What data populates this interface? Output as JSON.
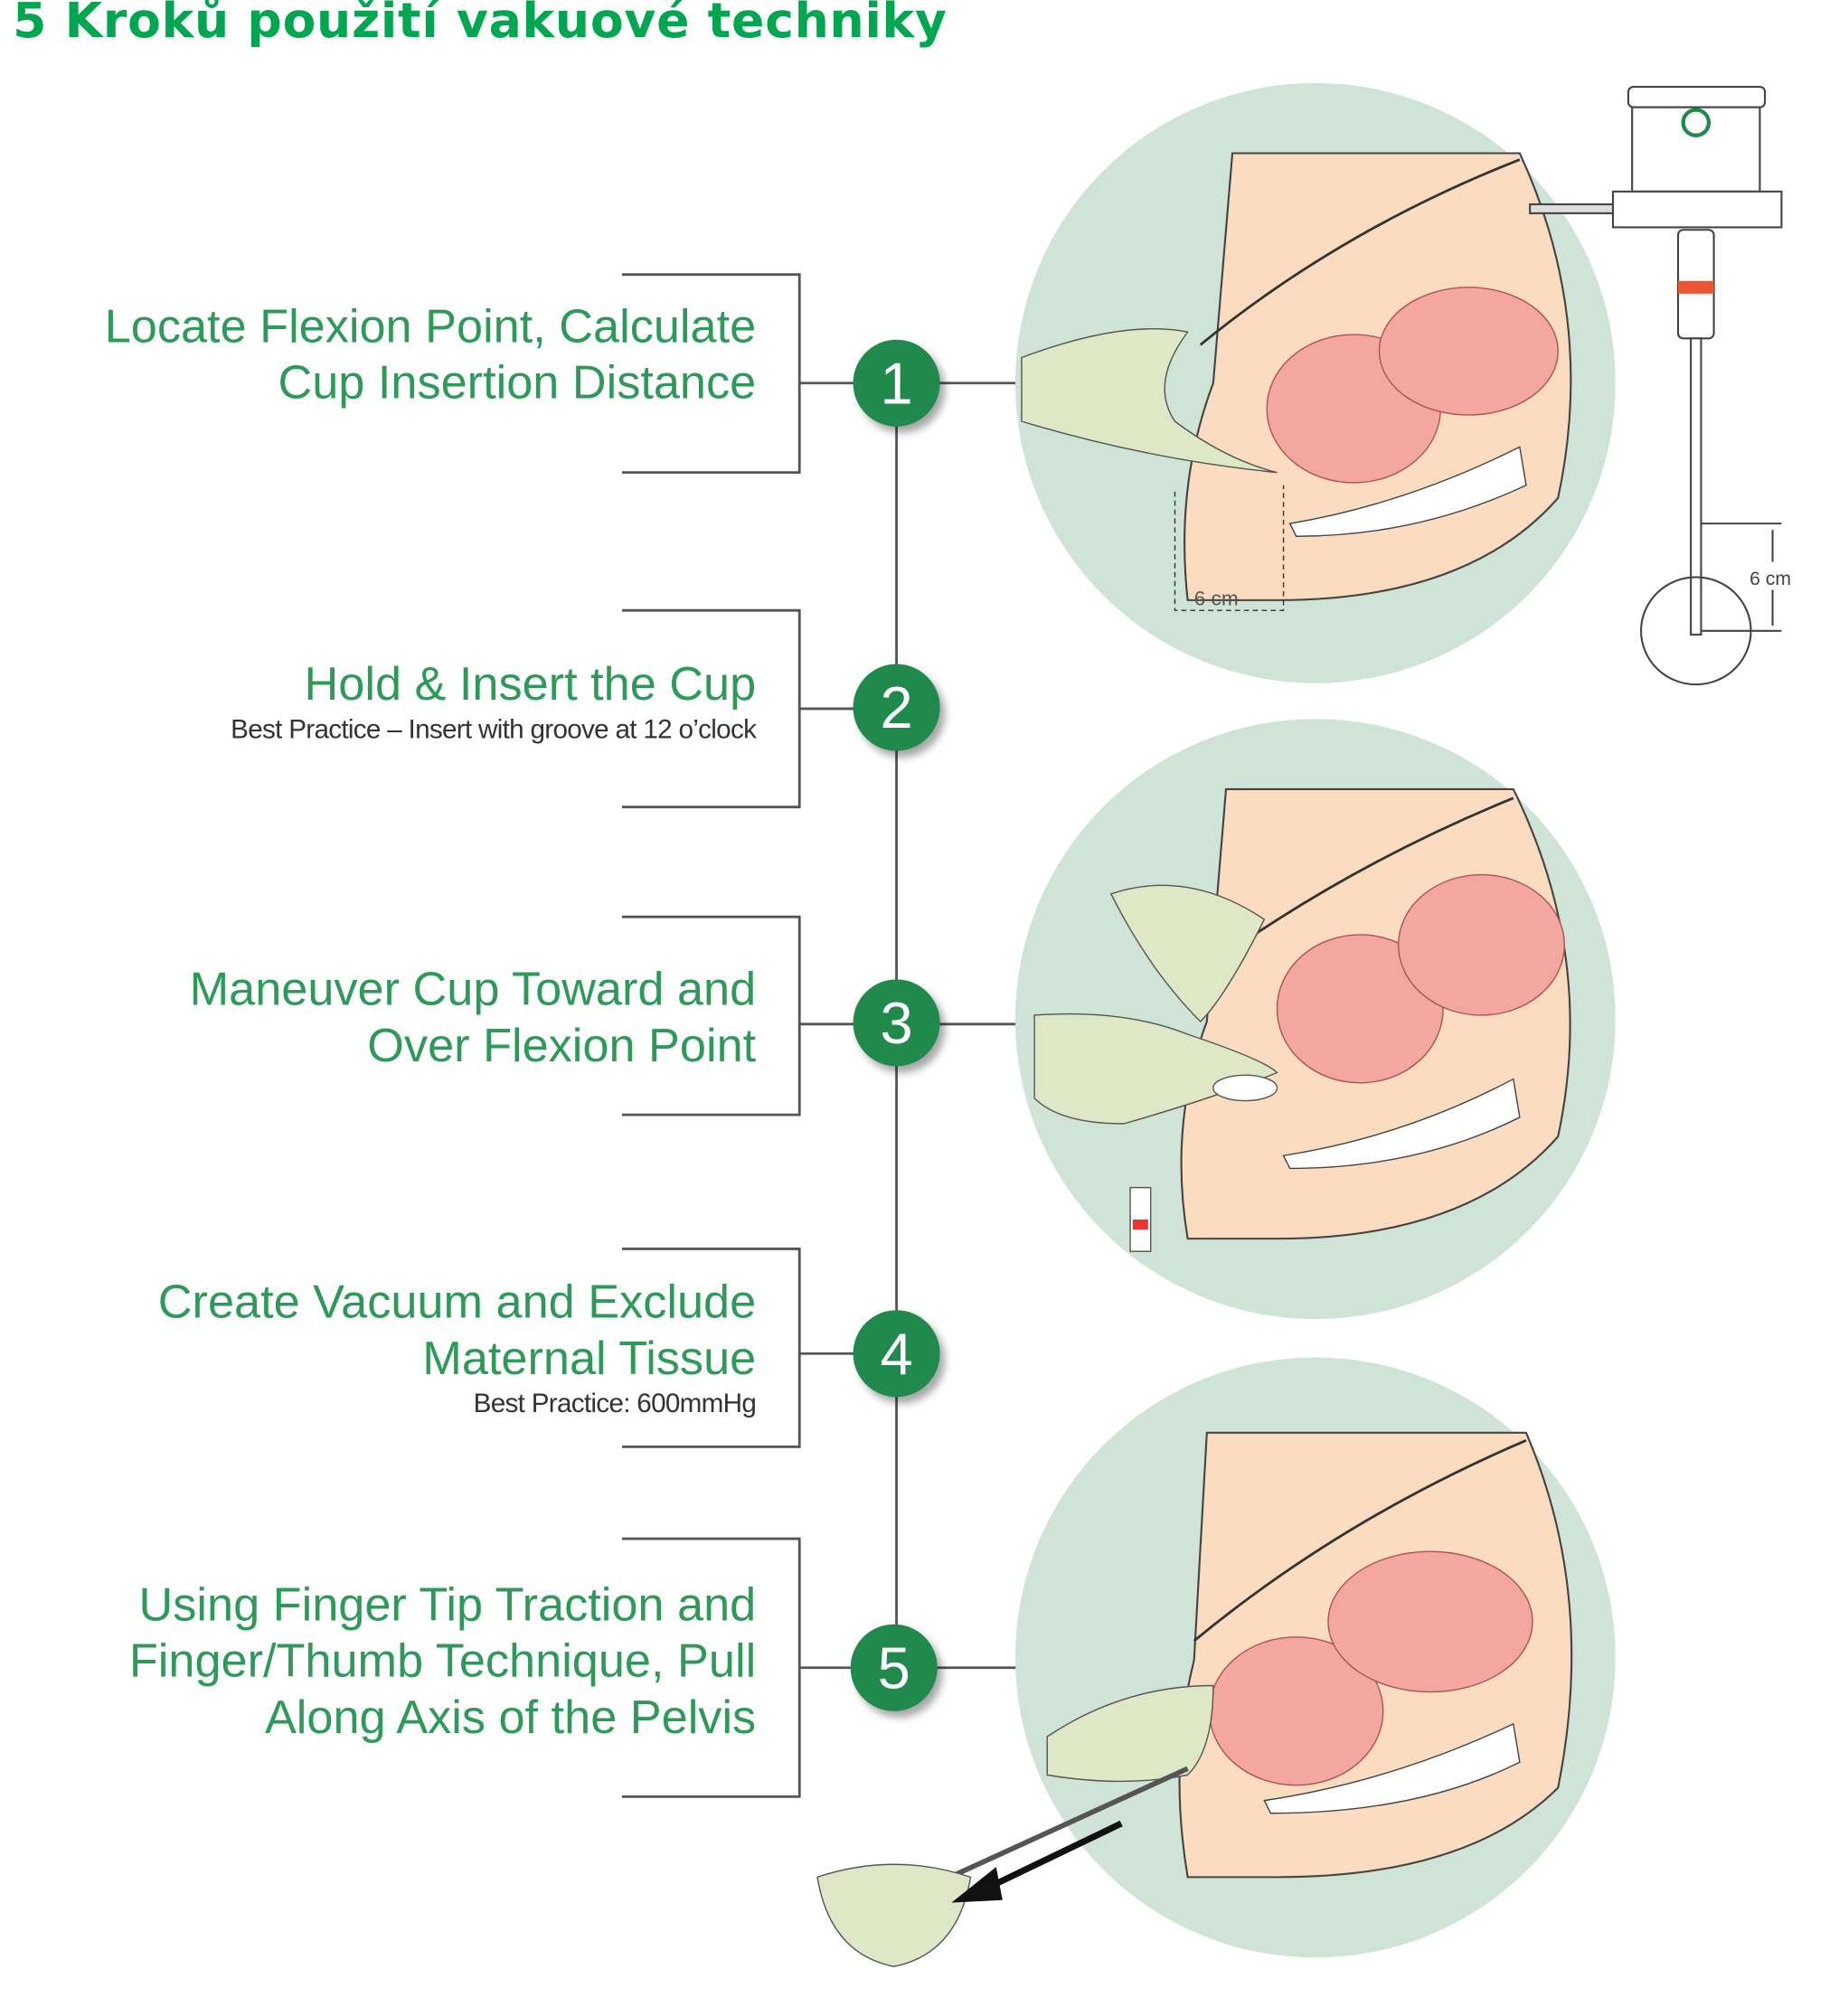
{
  "title": "5 Kroků použití vakuové techniky",
  "steps": [
    {
      "number": "1",
      "lines": [
        "Locate Flexion Point, Calculate",
        "Cup Insertion Distance"
      ],
      "note": ""
    },
    {
      "number": "2",
      "lines": [
        "Hold & Insert the Cup"
      ],
      "note": "Best Practice – Insert with groove at 12 o’clock"
    },
    {
      "number": "3",
      "lines": [
        "Maneuver Cup Toward and",
        "Over Flexion Point"
      ],
      "note": ""
    },
    {
      "number": "4",
      "lines": [
        "Create Vacuum and Exclude",
        "Maternal Tissue"
      ],
      "note": "Best Practice: 600mmHg"
    },
    {
      "number": "5",
      "lines": [
        "Using Finger Tip Traction and",
        "Finger/Thumb Technique, Pull",
        "Along Axis of the Pelvis"
      ],
      "note": ""
    }
  ],
  "measurements": {
    "insertion_distance": "6 cm",
    "device_distance": "6 cm"
  },
  "colors": {
    "title": "#00a650",
    "step_text": "#2e9a5a",
    "badge": "#1f8a4c",
    "circle_bg": "#cfe3d6",
    "skin": "#fbdcc0",
    "baby": "#f3a7a0"
  }
}
